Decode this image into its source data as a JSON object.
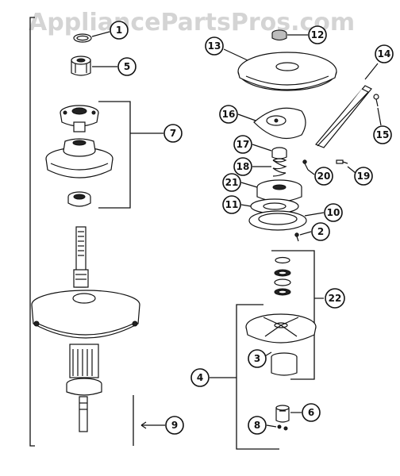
{
  "watermark": "AppliancePartsPros.com",
  "callouts": [
    {
      "id": "c1",
      "label": "1"
    },
    {
      "id": "c2",
      "label": "2"
    },
    {
      "id": "c3",
      "label": "3"
    },
    {
      "id": "c4",
      "label": "4"
    },
    {
      "id": "c5",
      "label": "5"
    },
    {
      "id": "c6",
      "label": "6"
    },
    {
      "id": "c7",
      "label": "7"
    },
    {
      "id": "c8",
      "label": "8"
    },
    {
      "id": "c9",
      "label": "9"
    },
    {
      "id": "c10",
      "label": "10"
    },
    {
      "id": "c11",
      "label": "11"
    },
    {
      "id": "c12",
      "label": "12"
    },
    {
      "id": "c13",
      "label": "13"
    },
    {
      "id": "c14",
      "label": "14"
    },
    {
      "id": "c15",
      "label": "15"
    },
    {
      "id": "c16",
      "label": "16"
    },
    {
      "id": "c17",
      "label": "17"
    },
    {
      "id": "c18",
      "label": "18"
    },
    {
      "id": "c19",
      "label": "19"
    },
    {
      "id": "c20",
      "label": "20"
    },
    {
      "id": "c21",
      "label": "21"
    },
    {
      "id": "c22",
      "label": "22"
    }
  ],
  "icons": {
    "watermark": "watermark-logo",
    "gear": "gear-icon"
  }
}
